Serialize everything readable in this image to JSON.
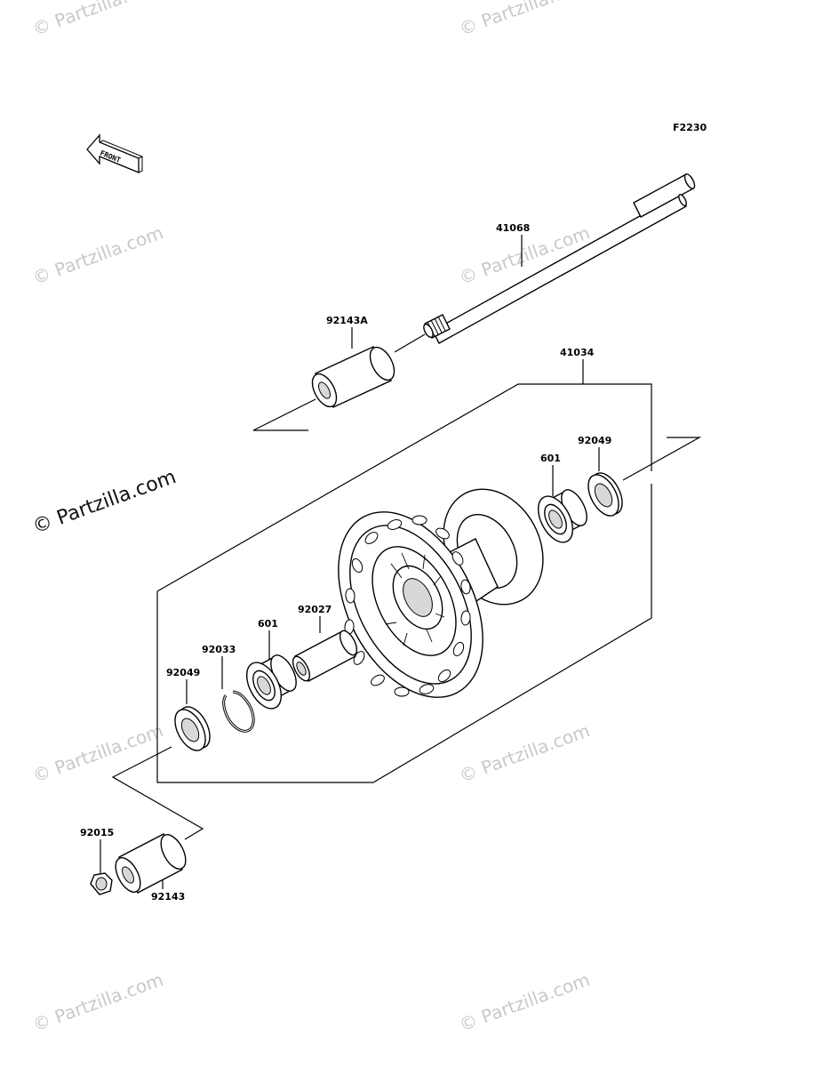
{
  "diagram": {
    "code": "F2230",
    "front_label": "FRONT",
    "watermark": "© Partzilla.com",
    "parts": {
      "axle": "41068",
      "collar_right": "92143A",
      "hub": "41034",
      "seal_right": "92049",
      "bearing_right": "601",
      "sleeve": "92027",
      "bearing_left": "601",
      "circlip": "92033",
      "seal_left": "92049",
      "nut": "92015",
      "collar_left": "92143"
    }
  }
}
